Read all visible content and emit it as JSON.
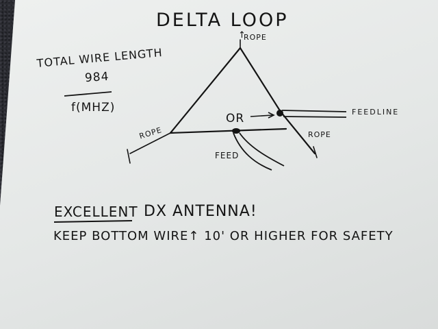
{
  "drawing": {
    "title": "DELTA LOOP",
    "formula": {
      "label": "TOTAL WIRE LENGTH",
      "numerator": "984",
      "denominator": "f(MHZ)"
    },
    "labels": {
      "rope_top": "ROPE",
      "rope_left": "ROPE",
      "rope_right": "ROPE",
      "feed_option": "OR",
      "feedline": "FEEDLINE",
      "feed": "FEED"
    },
    "notes": {
      "excellent": "EXCELLENT",
      "dx_antenna": "DX ANTENNA!",
      "keep": "KEEP BOTTOM WIRE↑ 10' OR HIGHER FOR SAFETY"
    }
  }
}
